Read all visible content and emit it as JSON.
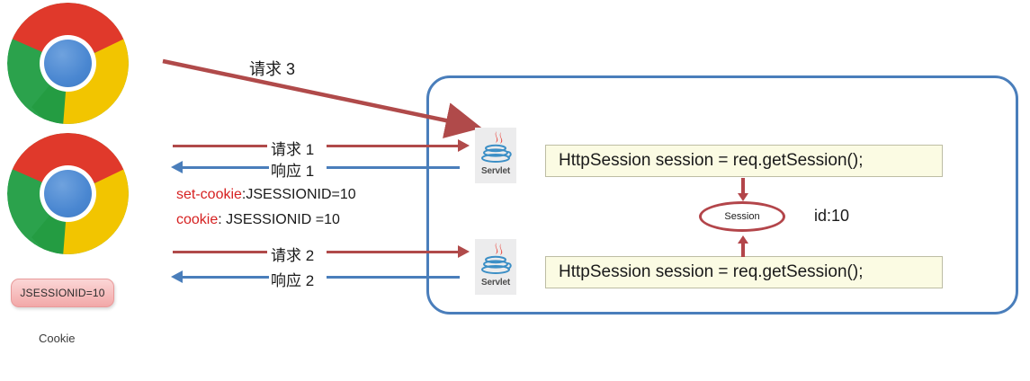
{
  "diagram": {
    "title_text": "",
    "colors": {
      "arrow_request": "#b04a4a",
      "arrow_response": "#4a7ebb",
      "server_border": "#4a7ebb",
      "session_border": "#b3454a",
      "cookie_key_text": "#d62121",
      "code_box_bg": "#fbfbe3"
    }
  },
  "client": {
    "browser_top_name": "chrome-logo",
    "browser_bottom_name": "chrome-logo",
    "cookie_pill_value": "JSESSIONID=10",
    "cookie_caption": "Cookie"
  },
  "flows": [
    {
      "id": "request3",
      "label": "请求 3",
      "direction": "to-server",
      "style": "diagonal"
    },
    {
      "id": "request1",
      "label": "请求 1",
      "direction": "to-server",
      "style": "horizontal"
    },
    {
      "id": "response1",
      "label": "响应 1",
      "direction": "to-client",
      "style": "horizontal"
    },
    {
      "id": "request2",
      "label": "请求 2",
      "direction": "to-server",
      "style": "horizontal"
    },
    {
      "id": "response2",
      "label": "响应 2",
      "direction": "to-client",
      "style": "horizontal"
    }
  ],
  "headers": [
    {
      "id": "set-cookie",
      "key": "set-cookie",
      "value": ":JSESSIONID=10"
    },
    {
      "id": "cookie",
      "key": "cookie",
      "value": ": JSESSIONID =10"
    }
  ],
  "server": {
    "servlets": [
      {
        "label": "Servlet"
      },
      {
        "label": "Servlet"
      }
    ],
    "code_boxes": [
      {
        "code": "HttpSession session = req.getSession();"
      },
      {
        "code": "HttpSession session = req.getSession();"
      }
    ],
    "session": {
      "label": "Session",
      "id_label": "id:10"
    }
  }
}
